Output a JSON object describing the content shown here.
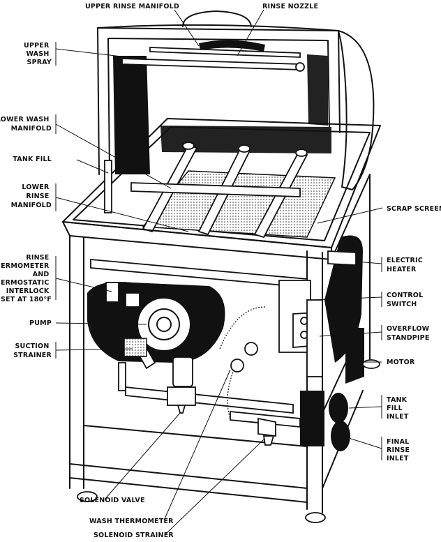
{
  "labels": {
    "upper_rinse_manifold": "UPPER RINSE MANIFOLD",
    "rinse_nozzle": "RINSE NOZZLE",
    "upper_wash_spray": [
      "UPPER",
      "WASH",
      "SPRAY"
    ],
    "lower_wash_manifold": [
      "LOWER WASH",
      "MANIFOLD"
    ],
    "tank_fill": "TANK FILL",
    "lower_rinse_manifold": [
      "LOWER",
      "RINSE",
      "MANIFOLD"
    ],
    "scrap_screen": "SCRAP SCREEN",
    "rinse_thermometer": [
      "RINSE",
      "THERMOMETER",
      "AND",
      "THERMOSTATIC",
      "INTERLOCK",
      "SET AT 180°F"
    ],
    "electric_heater": [
      "ELECTRIC",
      "HEATER"
    ],
    "control_switch": [
      "CONTROL",
      "SWITCH"
    ],
    "pump": "PUMP",
    "overflow_standpipe": [
      "OVERFLOW",
      "STANDPIPE"
    ],
    "suction_strainer": [
      "SUCTION",
      "STRAINER"
    ],
    "motor": "MOTOR",
    "tank_fill_inlet": [
      "TANK",
      "FILL",
      "INLET"
    ],
    "final_rinse_inlet": [
      "FINAL",
      "RINSE",
      "INLET"
    ],
    "solenoid_valve": "SOLENOID VALVE",
    "wash_thermometer": "WASH THERMOMETER",
    "solenoid_strainer": "SOLENOID STRAINER"
  }
}
